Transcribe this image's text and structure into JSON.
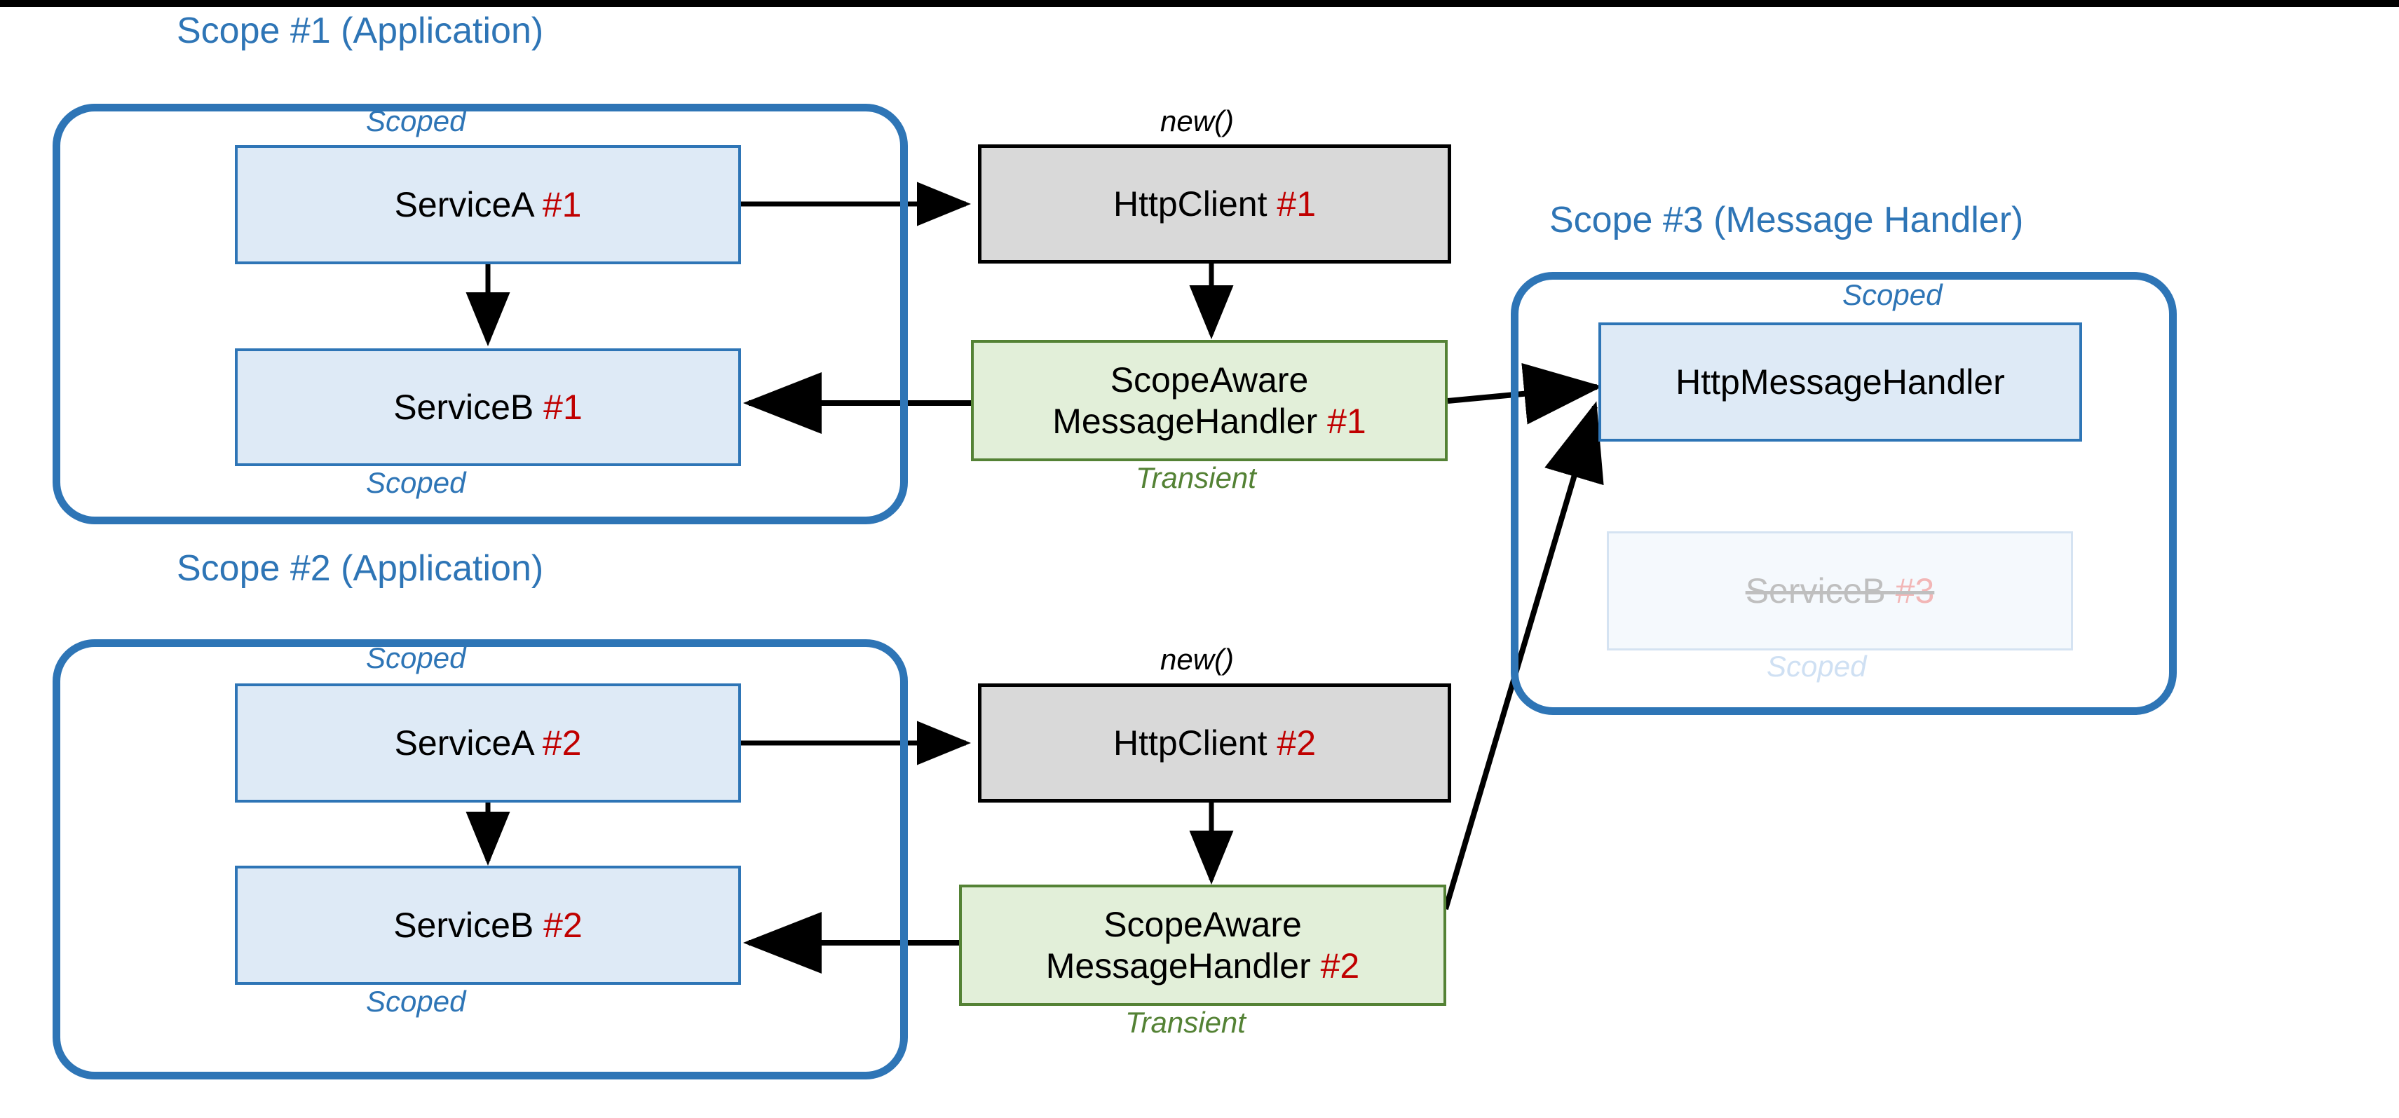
{
  "diagram": {
    "title": "Scoped dependency injection with HttpClient message handlers",
    "colors": {
      "scope_border": "#2E75B6",
      "node_blue_fill": "#DEEAF6",
      "node_grey_fill": "#D9D9D9",
      "node_green_fill": "#E2EFD9",
      "node_green_border": "#548235",
      "instance_number": "#C00000",
      "caption_blue": "#2E75B6",
      "caption_green": "#548235",
      "arrow": "#000000"
    }
  },
  "scopes": [
    {
      "id": "scope1",
      "title": "Scope #1 (Application)"
    },
    {
      "id": "scope2",
      "title": "Scope #2 (Application)"
    },
    {
      "id": "scope3",
      "title": "Scope #3 (Message Handler)"
    }
  ],
  "nodes": {
    "service_a_1": {
      "name": "ServiceA ",
      "instance": "#1",
      "caption": "Scoped",
      "lifetime": "Scoped"
    },
    "service_b_1": {
      "name": "ServiceB ",
      "instance": "#1",
      "caption": "Scoped",
      "lifetime": "Scoped"
    },
    "http_client_1": {
      "name": "HttpClient ",
      "instance": "#1",
      "caption": "new()",
      "lifetime": "new()"
    },
    "handler_1": {
      "name_line1": "ScopeAware",
      "name_line2": "MessageHandler ",
      "instance": "#1",
      "caption": "Transient",
      "lifetime": "Transient"
    },
    "service_a_2": {
      "name": "ServiceA ",
      "instance": "#2",
      "caption": "Scoped",
      "lifetime": "Scoped"
    },
    "service_b_2": {
      "name": "ServiceB ",
      "instance": "#2",
      "caption": "Scoped",
      "lifetime": "Scoped"
    },
    "http_client_2": {
      "name": "HttpClient ",
      "instance": "#2",
      "caption": "new()",
      "lifetime": "new()"
    },
    "handler_2": {
      "name_line1": "ScopeAware",
      "name_line2": "MessageHandler ",
      "instance": "#2",
      "caption": "Transient",
      "lifetime": "Transient"
    },
    "http_message_handler": {
      "name": "HttpMessageHandler",
      "instance": "",
      "caption": "Scoped",
      "lifetime": "Scoped"
    },
    "service_b_3": {
      "name": "ServiceB ",
      "instance": "#3",
      "caption": "Scoped",
      "lifetime": "Scoped",
      "state": "unavailable-struck-through"
    }
  },
  "edges": [
    {
      "from": "service_a_1",
      "to": "http_client_1",
      "style": "solid-arrow"
    },
    {
      "from": "service_a_1",
      "to": "service_b_1",
      "style": "solid-arrow"
    },
    {
      "from": "http_client_1",
      "to": "handler_1",
      "style": "solid-arrow"
    },
    {
      "from": "handler_1",
      "to": "service_b_1",
      "style": "solid-arrow"
    },
    {
      "from": "handler_1",
      "to": "http_message_handler",
      "style": "solid-arrow"
    },
    {
      "from": "service_a_2",
      "to": "http_client_2",
      "style": "solid-arrow"
    },
    {
      "from": "service_a_2",
      "to": "service_b_2",
      "style": "solid-arrow"
    },
    {
      "from": "http_client_2",
      "to": "handler_2",
      "style": "solid-arrow"
    },
    {
      "from": "handler_2",
      "to": "service_b_2",
      "style": "solid-arrow"
    },
    {
      "from": "handler_2",
      "to": "http_message_handler",
      "style": "solid-arrow"
    }
  ]
}
